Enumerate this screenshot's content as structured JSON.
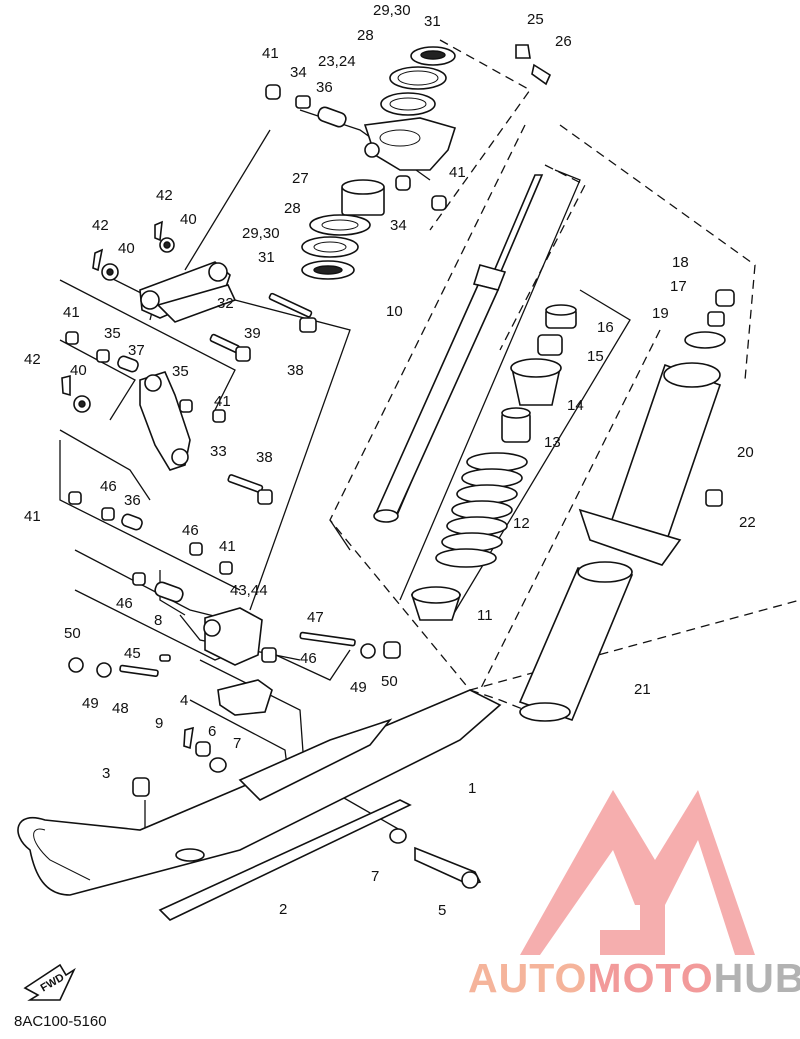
{
  "catalog_number": "8AC100-5160",
  "fwd_label": "FWD",
  "watermark": {
    "part1": "AUTO",
    "part2": "MOTO",
    "part3": "HUB",
    "colors": {
      "auto": "#f5b49b",
      "moto": "#f29a9a",
      "hub": "#b2b2b2",
      "logo": "#f4a0a0"
    }
  },
  "callouts": [
    "29,30",
    "31",
    "25",
    "26",
    "28",
    "41",
    "34",
    "36",
    "23,24",
    "41",
    "27",
    "34",
    "28",
    "29,30",
    "31",
    "42",
    "40",
    "42",
    "40",
    "32",
    "10",
    "41",
    "35",
    "37",
    "39",
    "38",
    "42",
    "40",
    "35",
    "41",
    "33",
    "38",
    "41",
    "46",
    "36",
    "46",
    "41",
    "46",
    "8",
    "43,44",
    "47",
    "50",
    "45",
    "46",
    "49",
    "50",
    "49",
    "48",
    "4",
    "9",
    "6",
    "7",
    "3",
    "1",
    "7",
    "2",
    "5",
    "18",
    "17",
    "19",
    "16",
    "15",
    "14",
    "13",
    "20",
    "12",
    "22",
    "11",
    "21"
  ]
}
